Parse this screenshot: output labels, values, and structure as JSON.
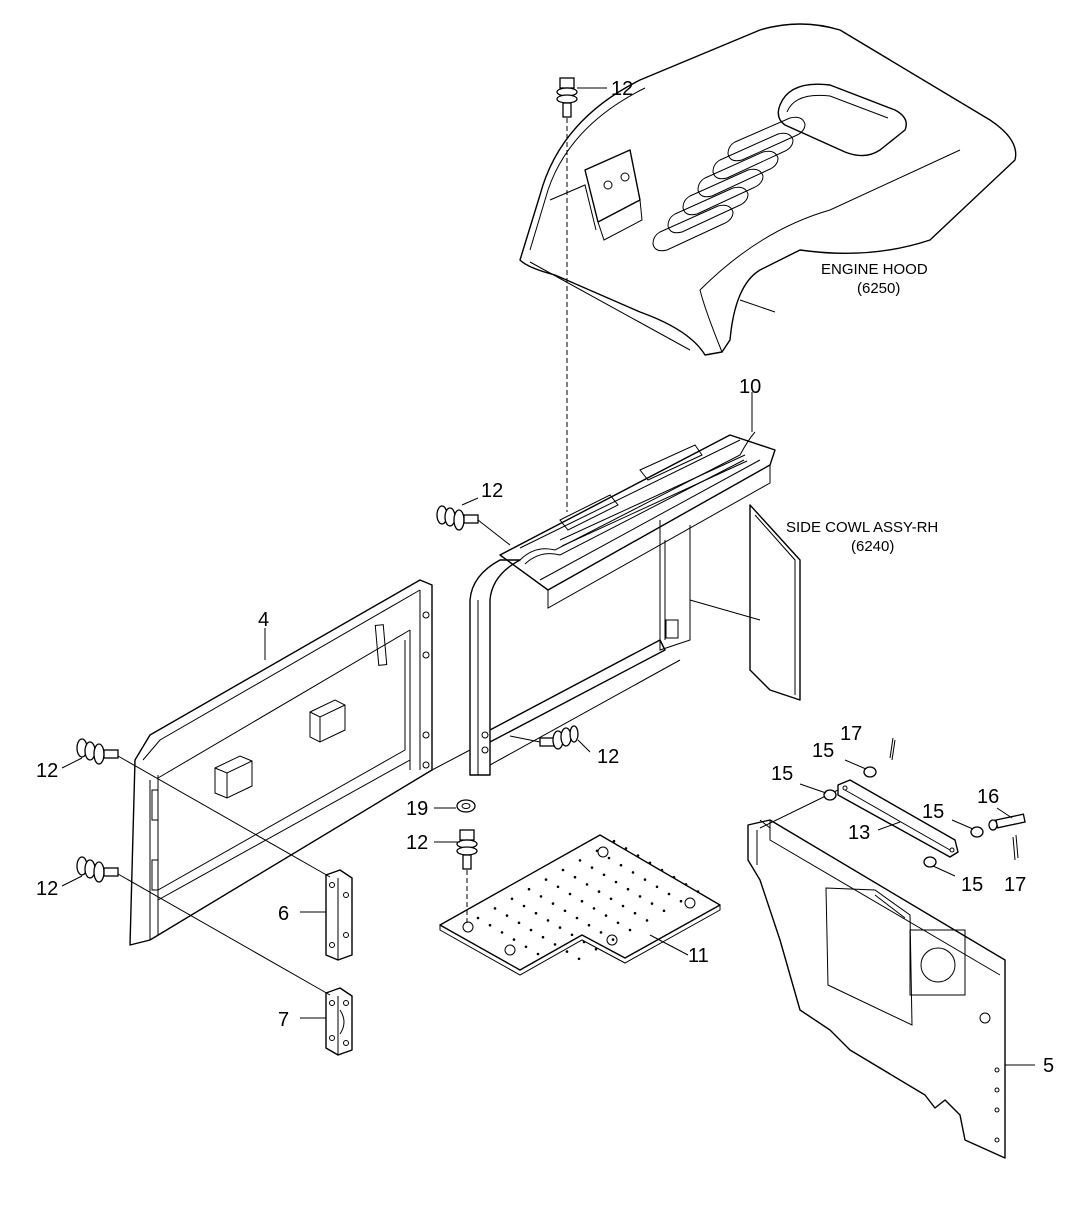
{
  "callouts": {
    "p12_top": "12",
    "p10": "10",
    "p12_mid": "12",
    "p4": "4",
    "p12_bolt_right": "12",
    "p12_left_a": "12",
    "p12_left_b": "12",
    "p19": "19",
    "p12_plate": "12",
    "p6": "6",
    "p7": "7",
    "p11": "11",
    "p17_a": "17",
    "p15_a": "15",
    "p15_b": "15",
    "p16": "16",
    "p15_c": "15",
    "p13": "13",
    "p15_d": "15",
    "p17_b": "17",
    "p5": "5"
  },
  "labels": {
    "engine_hood_name": "ENGINE HOOD",
    "engine_hood_code": "(6250)",
    "side_cowl_name": "SIDE COWL ASSY-RH",
    "side_cowl_code": "(6240)"
  }
}
